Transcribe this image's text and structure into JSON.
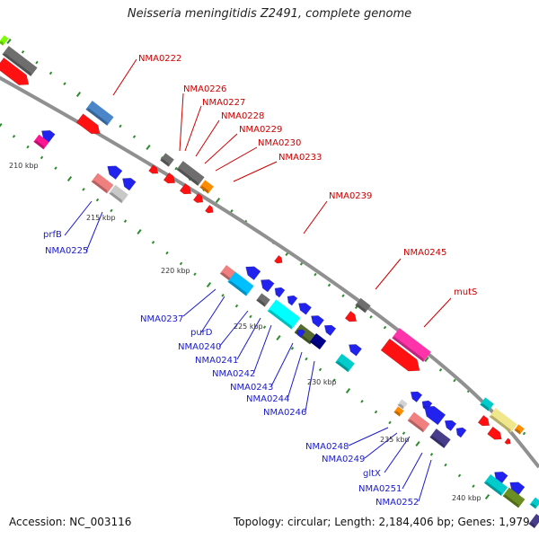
{
  "title": "Neisseria meningitidis Z2491, complete genome",
  "footer": {
    "accession": "Accession: NC_003116",
    "topology": "Topology: circular; Length: 2,184,406 bp; Genes: 1,979"
  },
  "colors": {
    "backbone": "#8c8c8c",
    "tick": "#2e8b2e",
    "forward_label": "#cc0000",
    "reverse_label": "#1a1acc",
    "kbp_label": "#333333"
  },
  "kbp_labels": [
    "210 kbp",
    "215 kbp",
    "220 kbp",
    "225 kbp",
    "230 kbp",
    "235 kbp",
    "240 kbp"
  ],
  "labels_forward": [
    "NMA0222",
    "NMA0226",
    "NMA0227",
    "NMA0228",
    "NMA0229",
    "NMA0230",
    "NMA0233",
    "NMA0239",
    "NMA0245",
    "mutS"
  ],
  "labels_reverse": [
    "prfB",
    "NMA0225",
    "NMA0237",
    "purD",
    "NMA0240",
    "NMA0241",
    "NMA0242",
    "NMA0243",
    "NMA0244",
    "NMA0246",
    "NMA0248",
    "NMA0249",
    "gltX",
    "NMA0251",
    "NMA0252"
  ]
}
